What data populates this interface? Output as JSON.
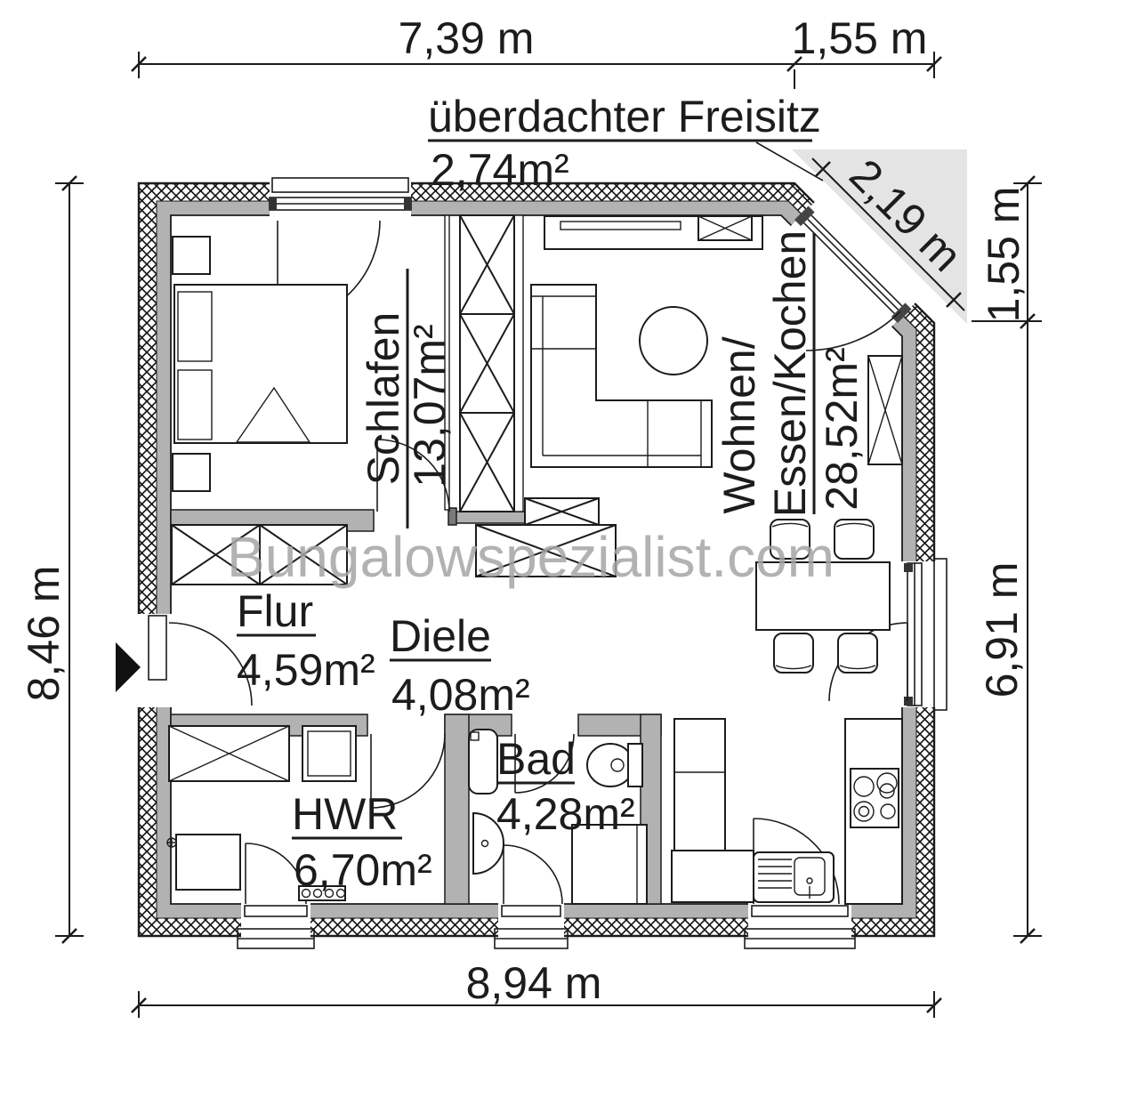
{
  "watermark": "Bungalowspezialist.com",
  "annotation": {
    "label": "überdachter Freisitz",
    "area": "2,74m²"
  },
  "rooms": {
    "schlafen": {
      "name": "Schlafen",
      "area": "13,07m²"
    },
    "wohnen": {
      "name_line1": "Wohnen/",
      "name_line2": "Essen/Kochen",
      "area": "28,52m²"
    },
    "flur": {
      "name": "Flur",
      "area": "4,59m²"
    },
    "diele": {
      "name": "Diele",
      "area": "4,08m²"
    },
    "hwr": {
      "name": "HWR",
      "area": "6,70m²"
    },
    "bad": {
      "name": "Bad",
      "area": "4,28m²"
    }
  },
  "dimensions": {
    "top_left": "7,39 m",
    "top_right": "1,55 m",
    "diagonal": "2,19 m",
    "right_top": "1,55 m",
    "right_bottom": "6,91 m",
    "left": "8,46 m",
    "bottom": "8,94 m"
  },
  "colors": {
    "wall_gray": "#b2b2b2",
    "terrace_gray": "#e4e4e4",
    "line_black": "#1c1c1c",
    "watermark_gray": "#a5a5a5"
  }
}
